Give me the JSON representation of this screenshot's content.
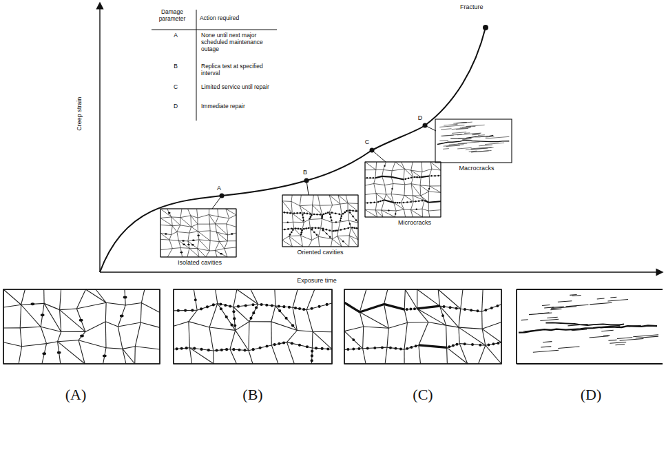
{
  "diagram": {
    "labels": [
      "Fracture",
      "Damage parameter",
      "Action required",
      "A",
      "None until next major scheduled maintenance outage",
      "B",
      "Replica test at specified interval",
      "C",
      "Limited service until repair",
      "D",
      "Immediate repair",
      "Creep strain",
      "Exposure time",
      "A",
      "B",
      "C",
      "D",
      "Isolated cavities",
      "Oriented cavities",
      "Microcracks",
      "Macrocracks",
      "(A)",
      "(B)",
      "(C)",
      "(D)"
    ]
  }
}
